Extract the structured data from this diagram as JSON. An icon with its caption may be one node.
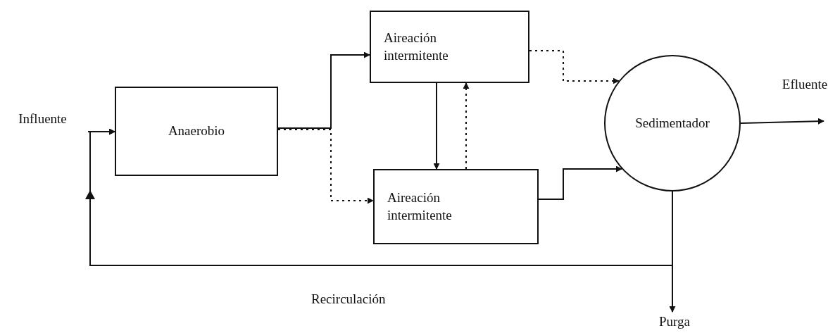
{
  "diagram": {
    "nodes": [
      {
        "text": [
          "Influente"
        ]
      },
      {
        "text": [
          "Anaerobio"
        ]
      },
      {
        "text": [
          "Aireación intermitente"
        ]
      },
      {
        "text": [
          "Aireación intermitente"
        ]
      },
      {
        "text": [
          "Sedimentador"
        ]
      },
      {
        "text": [
          "Efluente"
        ]
      },
      {
        "text": [
          "Purga"
        ]
      }
    ],
    "edges": [
      {
        "from": 0,
        "to": 1,
        "arrow": "to"
      },
      {
        "from": 1,
        "to": 2,
        "arrow": "to"
      },
      {
        "from": 1,
        "to": 3,
        "arrow": "to",
        "style": "dashed"
      },
      {
        "from": 2,
        "to": 3,
        "arrow": "to"
      },
      {
        "from": 3,
        "to": 2,
        "arrow": "to",
        "style": "dashed"
      },
      {
        "from": 2,
        "to": 4,
        "arrow": "to",
        "style": "dashed"
      },
      {
        "from": 3,
        "to": 4,
        "arrow": "to"
      },
      {
        "from": 4,
        "to": 5,
        "arrow": "to"
      },
      {
        "from": 4,
        "to": 6,
        "arrow": "to"
      },
      {
        "from": 4,
        "to": 1,
        "arrow": "to",
        "label": "Recirculación"
      }
    ]
  }
}
